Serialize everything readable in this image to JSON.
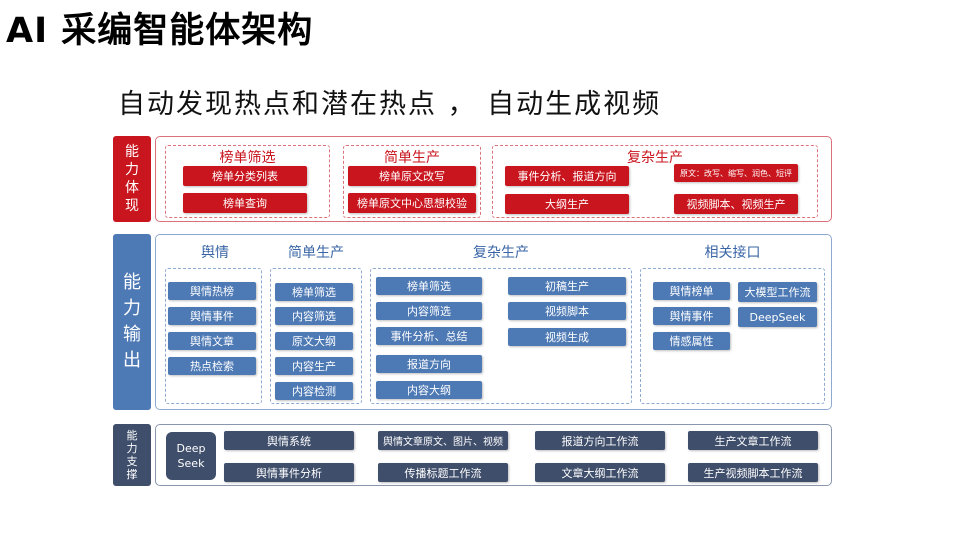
{
  "title": "AI 采编智能体架构",
  "subtitle": "自动发现热点和潜在热点 ， 自动生成视频",
  "colors": {
    "red": "#c9151e",
    "red_border": "#d9727a",
    "blue": "#4d79b4",
    "blue_border": "#8eaad1",
    "navy": "#3f4e6b",
    "title_blue": "#3a66a6"
  },
  "row1": {
    "label": [
      "能",
      "力",
      "体",
      "现"
    ],
    "groups": [
      {
        "title": "榜单筛选",
        "items": [
          "榜单分类列表",
          "榜单查询"
        ]
      },
      {
        "title": "简单生产",
        "items": [
          "榜单原文改写",
          "榜单原文中心思想校验"
        ]
      },
      {
        "title": "复杂生产",
        "items": [
          "事件分析、报道方向",
          "原文：改写、缩写、润色、短评",
          "大纲生产",
          "视频脚本、视频生产"
        ]
      }
    ]
  },
  "row2": {
    "label": [
      "能",
      "力",
      "输",
      "出"
    ],
    "titles": [
      "舆情",
      "简单生产",
      "复杂生产",
      "相关接口"
    ],
    "yuqing": [
      "舆情热榜",
      "舆情事件",
      "舆情文章",
      "热点检索"
    ],
    "simple": [
      "榜单筛选",
      "内容筛选",
      "原文大纲",
      "内容生产",
      "内容检测"
    ],
    "complex_left": [
      "榜单筛选",
      "内容筛选",
      "事件分析、总结",
      "报道方向",
      "内容大纲"
    ],
    "complex_right": [
      "初稿生产",
      "视频脚本",
      "视频生成"
    ],
    "api_left": [
      "舆情榜单",
      "舆情事件",
      "情感属性"
    ],
    "api_right": [
      "大模型工作流",
      "DeepSeek"
    ]
  },
  "row3": {
    "label": [
      "能",
      "力",
      "支",
      "撑"
    ],
    "deepseek": [
      "Deep",
      "Seek"
    ],
    "items": [
      "舆情系统",
      "舆情文章原文、图片、视频",
      "报道方向工作流",
      "生产文章工作流",
      "舆情事件分析",
      "传播标题工作流",
      "文章大纲工作流",
      "生产视频脚本工作流"
    ]
  }
}
